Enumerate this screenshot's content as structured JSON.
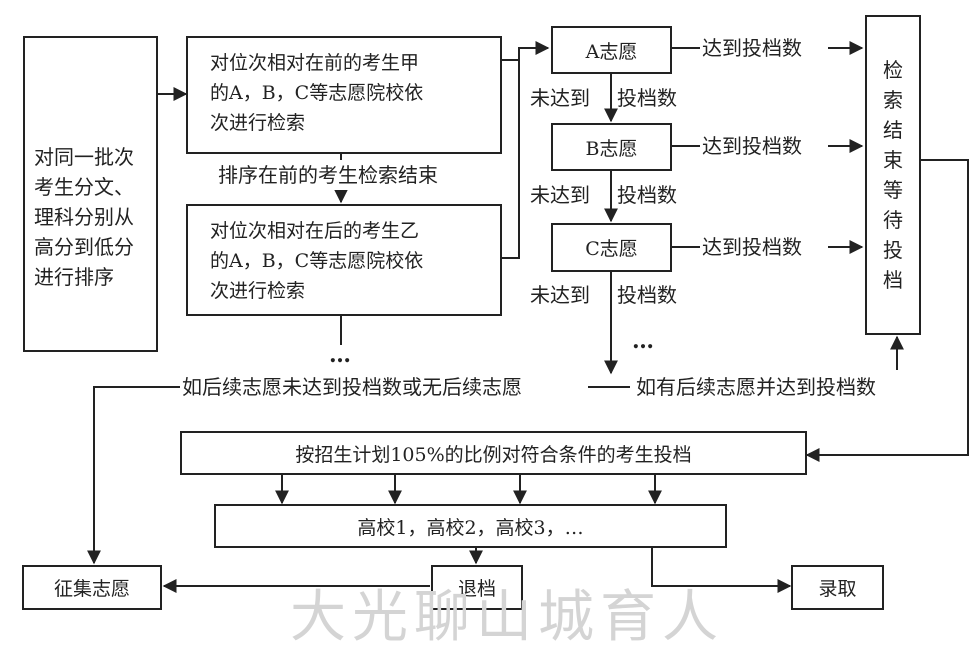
{
  "boxes": {
    "sort": [
      "对同一批次",
      "考生分文、",
      "理科分别从",
      "高分到低分",
      "进行排序"
    ],
    "student_a": [
      "对位次相对在前的考生甲",
      "的A，B，C等志愿院校依",
      "次进行检索"
    ],
    "student_b": [
      "对位次相对在后的考生乙",
      "的A，B，C等志愿院校依",
      "次进行检索"
    ],
    "wish_a": "A志愿",
    "wish_b": "B志愿",
    "wish_c": "C志愿",
    "wait": [
      "检",
      "索",
      "结",
      "束",
      "等",
      "待",
      "投",
      "档"
    ],
    "dispatch": "按招生计划105%的比例对符合条件的考生投档",
    "colleges": "高校1，高校2，高校3，…",
    "solicit": "征集志愿",
    "return": "退档",
    "admit": "录取"
  },
  "labels": {
    "reach": "达到投档数",
    "not_reach_1": "未达到",
    "not_reach_2": "投档数",
    "sorted_first_done": "排序在前的考生检索结束",
    "ellipsis": "…",
    "ellipsis_right": "…",
    "no_more": "如后续志愿未达到投档数或无后续志愿",
    "has_more": "如有后续志愿并达到投档数"
  },
  "watermark": "大光聊山城育人"
}
